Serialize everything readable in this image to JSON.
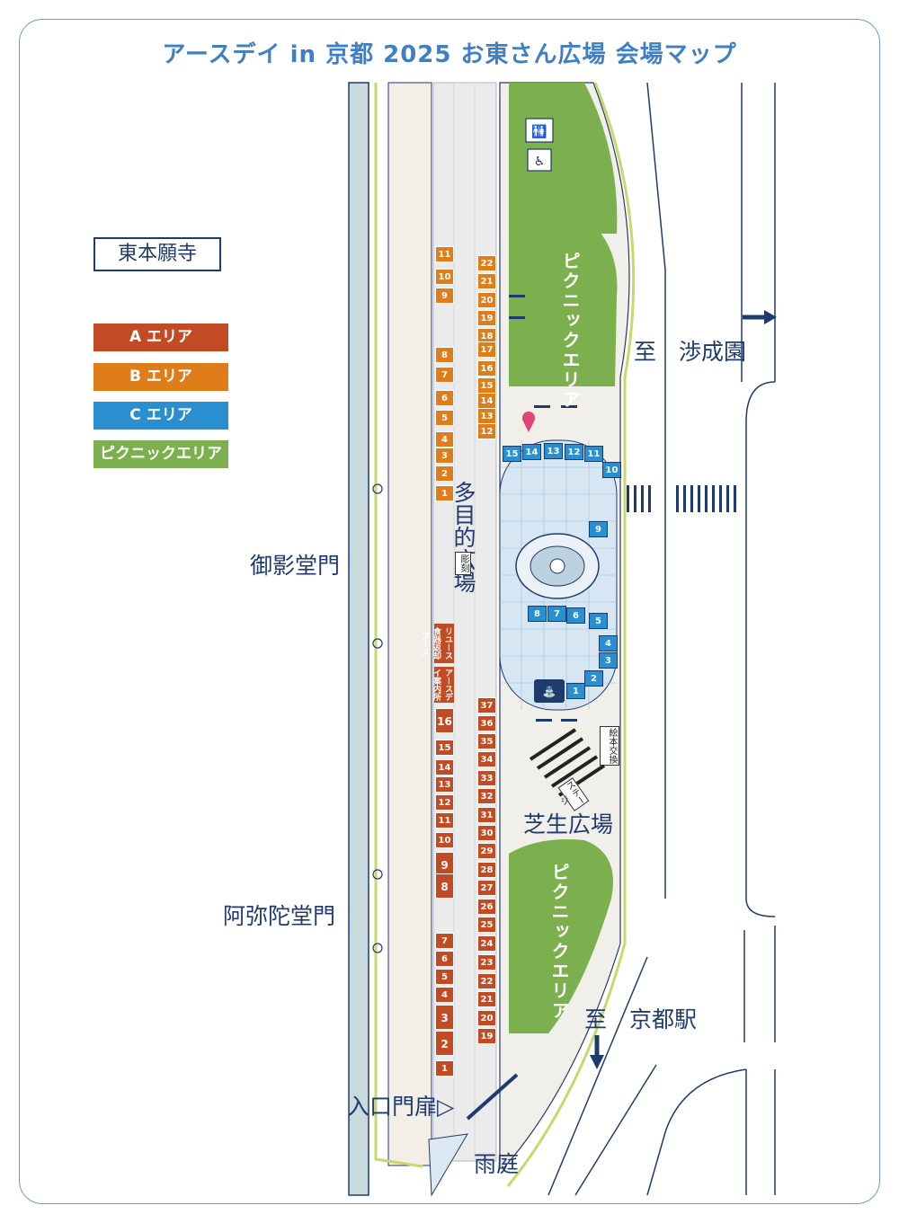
{
  "title": "アースデイ in 京都 2025 お東さん広場  会場マップ",
  "colors": {
    "area_a": "#c24b23",
    "area_b": "#e07d1b",
    "area_c": "#2a8fd0",
    "picnic": "#7cb04e",
    "road": "#1f3b6e"
  },
  "legend": [
    {
      "label": "A エリア",
      "color": "#c24b23"
    },
    {
      "label": "B エリア",
      "color": "#e07d1b"
    },
    {
      "label": "C エリア",
      "color": "#2a8fd0"
    },
    {
      "label": "ピクニックエリア",
      "color": "#7cb04e"
    }
  ],
  "labels": {
    "temple": "東本願寺",
    "goeido_gate": "御影堂門",
    "amidado_gate": "阿弥陀堂門",
    "multipurpose_plaza": "多目的広場",
    "lawn_plaza": "芝生広場",
    "to_shoseien": "至　渉成園",
    "to_kyoto_station": "至　京都駅",
    "entrance_gate": "入口門扉▷",
    "rain_garden": "雨庭",
    "picnic_area": "ピクニックエリア",
    "sculpture": "彫刻",
    "reuse_booth": "リユース食器返却ブース",
    "info_booth": "アースデイ案内所",
    "book_exchange": "絵本交換",
    "stage": "ステージ"
  },
  "icons": [
    "restroom-icon",
    "wheelchair-icon",
    "water-fountain-icon",
    "map-pin-icon",
    "arrow-right-icon",
    "arrow-down-icon",
    "fountain-icon",
    "bench-icon"
  ],
  "booths": {
    "b_left": [
      "11",
      "10",
      "9",
      "8",
      "7",
      "6",
      "5",
      "4",
      "3",
      "2",
      "1"
    ],
    "b_right": [
      "22",
      "21",
      "20",
      "19",
      "18",
      "17",
      "16",
      "15",
      "14",
      "13",
      "12"
    ],
    "a_left": [
      "16",
      "15",
      "14",
      "13",
      "12",
      "11",
      "10",
      "9",
      "8",
      "7",
      "6",
      "5",
      "4",
      "3",
      "2",
      "1"
    ],
    "a_right": [
      "37",
      "36",
      "35",
      "34",
      "33",
      "32",
      "31",
      "30",
      "29",
      "28",
      "27",
      "26",
      "25",
      "24",
      "23",
      "22",
      "21",
      "20",
      "19"
    ],
    "c": [
      "15",
      "14",
      "13",
      "12",
      "11",
      "10",
      "9",
      "8",
      "7",
      "6",
      "5",
      "4",
      "3",
      "2",
      "1"
    ]
  }
}
